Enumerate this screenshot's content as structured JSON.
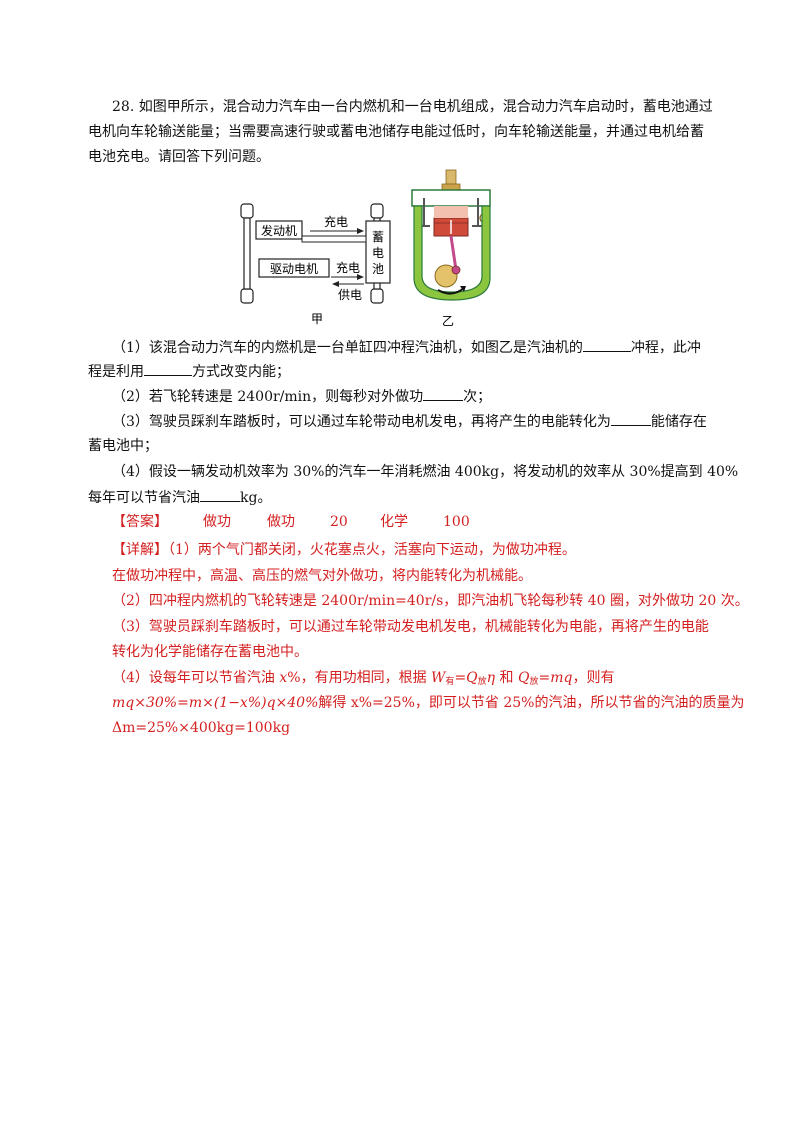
{
  "question": {
    "line1": "28. 如图甲所示，混合动力汽车由一台内燃机和一台电机组成，混合动力汽车启动时，蓄电池通过",
    "line2": "电机向车轮输送能量；当需要高速行驶或蓄电池储存电能过低时，向车轮输送能量，并通过电机给蓄",
    "line3": "电池充电。请回答下列问题。"
  },
  "figure_a": {
    "engine": "发动机",
    "motor": "驱动电机",
    "charge_top": "充电",
    "charge_bottom": "充电",
    "supply": "供电",
    "battery": [
      "蓄",
      "电",
      "池"
    ],
    "caption": "甲"
  },
  "figure_b": {
    "caption": "乙"
  },
  "sub1": {
    "a": "（1）该混合动力汽车的内燃机是一台单缸四冲程汽油机，如图乙是汽油机的",
    "b": "冲程，此冲",
    "c": "程是利用",
    "d": "方式改变内能；"
  },
  "sub2": {
    "a": "（2）若飞轮转速是 2400r/min，则每秒对外做功",
    "b": "次；"
  },
  "sub3": {
    "a": "（3）驾驶员踩刹车踏板时，可以通过车轮带动电机发电，再将产生的电能转化为",
    "b": "能储存在",
    "c": "蓄电池中；"
  },
  "sub4": {
    "a": "（4）假设一辆发动机效率为 30%的汽车一年消耗燃油 400kg，将发动机的效率从 30%提高到 40%",
    "b": "每年可以节省汽油",
    "c": "kg。"
  },
  "answer": {
    "label": "【答案】",
    "values": [
      "做功",
      "做功",
      "20",
      "化学",
      "100"
    ]
  },
  "detail": {
    "label": "【详解】",
    "l1": "（1）两个气门都关闭，火花塞点火，活塞向下运动，为做功冲程。",
    "l2": "在做功冲程中，高温、高压的燃气对外做功，将内能转化为机械能。",
    "l3": "（2）四冲程内燃机的飞轮转速是 2400r/min=40r/s，即汽油机飞轮每秒转 40 圈，对外做功 20 次。",
    "l4": "（3）驾驶员踩刹车踏板时，可以通过车轮带动发电机发电，机械能转化为电能，再将产生的电能",
    "l5": "转化为化学能储存在蓄电池中。",
    "l6_a": "（4）设每年可以节省汽油 ",
    "l6_x": "x",
    "l6_b": "%，有用功相同，根据 ",
    "l6_w": "W",
    "l6_sub_you": "有",
    "l6_eq1": "=",
    "l6_q": "Q",
    "l6_sub_fang": "放",
    "l6_eta": "η",
    "l6_and": " 和 ",
    "l6_q2": "Q",
    "l6_sub_fang2": "放",
    "l6_eq2": "=",
    "l6_mq": "mq",
    "l6_end": "，则有",
    "l7_formula": "mq×30%=m×(1−x%)q×40%",
    "l7_rest": "解得 x%=25%，即可以节省 25%的汽油，所以节省的汽油的质量为",
    "l8": "Δm=25%×400kg=100kg"
  }
}
